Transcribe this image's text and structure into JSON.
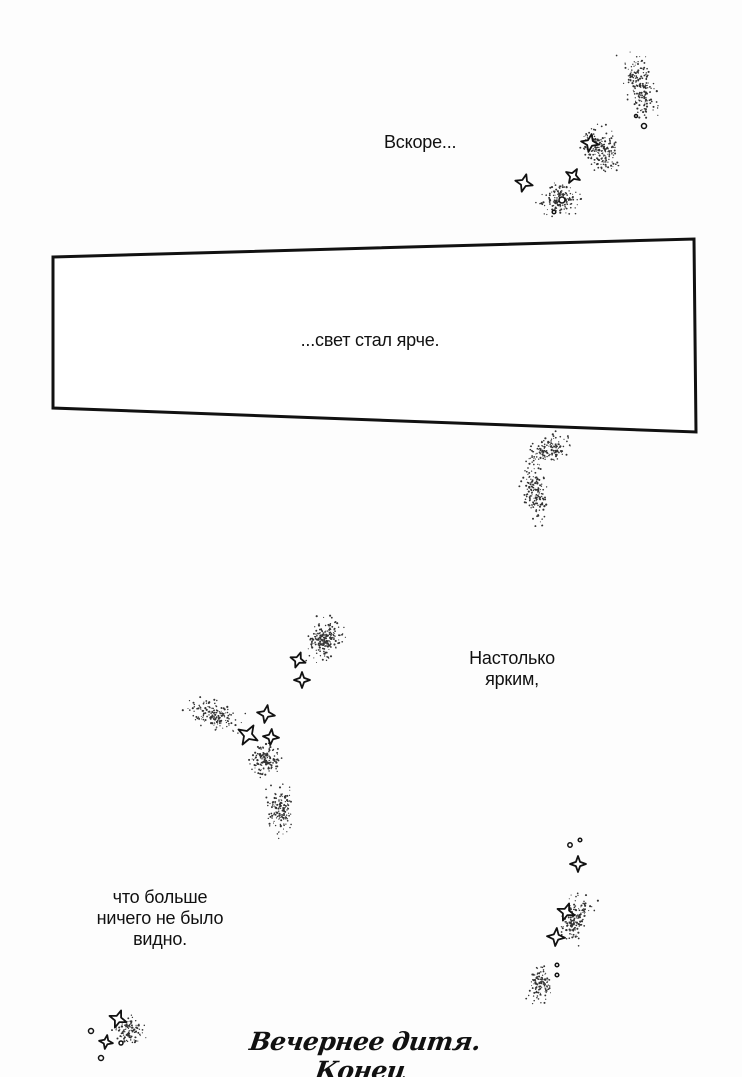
{
  "captions": {
    "soon": "Вскоре...",
    "brighter": "...свет стал ярче.",
    "so_bright": [
      "Настолько",
      "ярким,"
    ],
    "nothing_visible": [
      "что больше",
      "ничего не было",
      "видно."
    ]
  },
  "end_title": "Вечернее дитя. Конец",
  "colors": {
    "background": "#fdfdfd",
    "ink": "#111111"
  },
  "icons": [
    "star-sparkle-icon",
    "bubble-circle-icon"
  ]
}
